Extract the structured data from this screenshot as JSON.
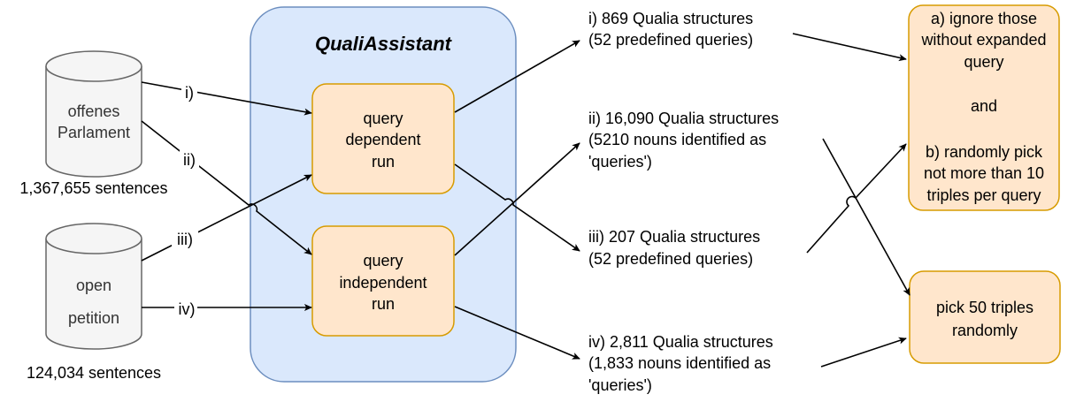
{
  "colors": {
    "assistant_fill": "#dae8fc",
    "assistant_stroke": "#6c8ebf",
    "box_fill": "#ffe6cc",
    "box_stroke": "#d79b00",
    "db_fill": "#f5f5f5",
    "db_stroke": "#666666",
    "db_text": "#333333",
    "line": "#000000"
  },
  "sources": [
    {
      "name": [
        "offenes",
        "Parlament"
      ],
      "count": "1,367,655 sentences"
    },
    {
      "name": [
        "open",
        "petition"
      ],
      "count": "124,034 sentences"
    }
  ],
  "assistant": {
    "title": "QualiAssistant"
  },
  "runs": [
    {
      "lines": [
        "query",
        "dependent",
        "run"
      ]
    },
    {
      "lines": [
        "query",
        "independent",
        "run"
      ]
    }
  ],
  "edge_labels": [
    "i)",
    "ii)",
    "iii)",
    "iv)"
  ],
  "results": [
    {
      "lines": [
        "i) 869 Qualia structures",
        "(52 predefined queries)"
      ]
    },
    {
      "lines": [
        "ii) 16,090 Qualia structures",
        "(5210 nouns identified as",
        "'queries')"
      ]
    },
    {
      "lines": [
        "iii) 207 Qualia structures",
        "(52 predefined queries)"
      ]
    },
    {
      "lines": [
        "iv) 2,811 Qualia structures",
        "(1,833 nouns identified as",
        "'queries')"
      ]
    }
  ],
  "selections": [
    {
      "lines": [
        "a) ignore those",
        "without expanded",
        "query",
        "",
        "and",
        "",
        "b) randomly pick",
        "not more than 10",
        "triples per query"
      ]
    },
    {
      "lines": [
        "pick 50 triples",
        "randomly"
      ]
    }
  ]
}
